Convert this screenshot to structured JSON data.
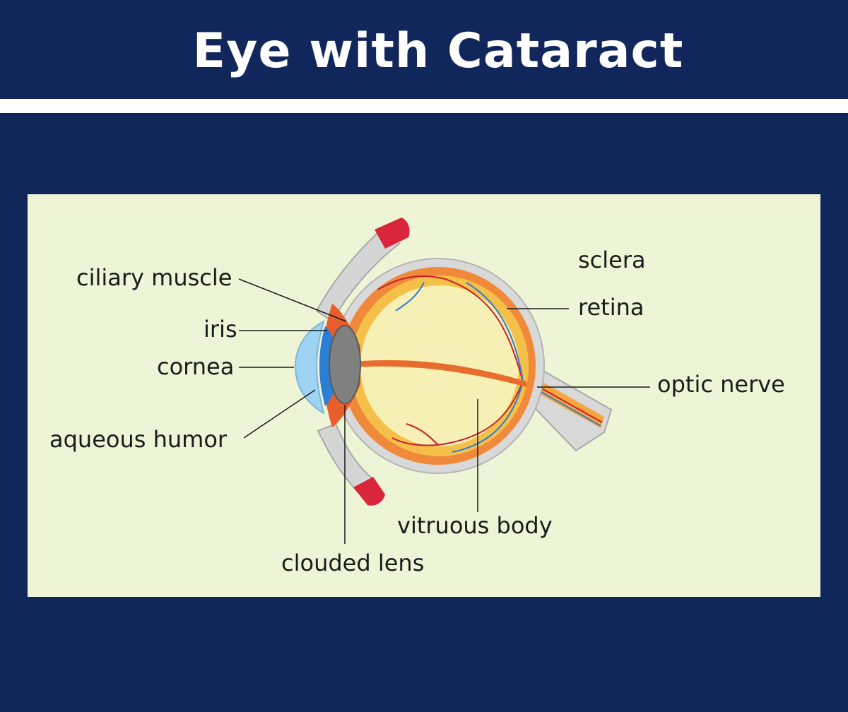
{
  "title": "Eye with Cataract",
  "labels": {
    "ciliary_muscle": "ciliary muscle",
    "iris": "iris",
    "cornea": "cornea",
    "aqueous_humor": "aqueous humor",
    "clouded_lens": "clouded lens",
    "vitruous_body": "vitruous body",
    "optic_nerve": "optic nerve",
    "retina": "retina",
    "sclera": "sclera"
  },
  "colors": {
    "background": "#11275b",
    "panel": "#eef4d6",
    "title_text": "#ffffff",
    "sclera": "#d9d9d9",
    "choroid": "#f08a3a",
    "retina_layer": "#e85d2c",
    "vitreous": "#f7f0b4",
    "lens": "#808080",
    "cornea": "#9fd3f2",
    "muscle": "#d9263a",
    "vessel_red": "#c91e2a",
    "vessel_blue": "#2a7fd4"
  }
}
